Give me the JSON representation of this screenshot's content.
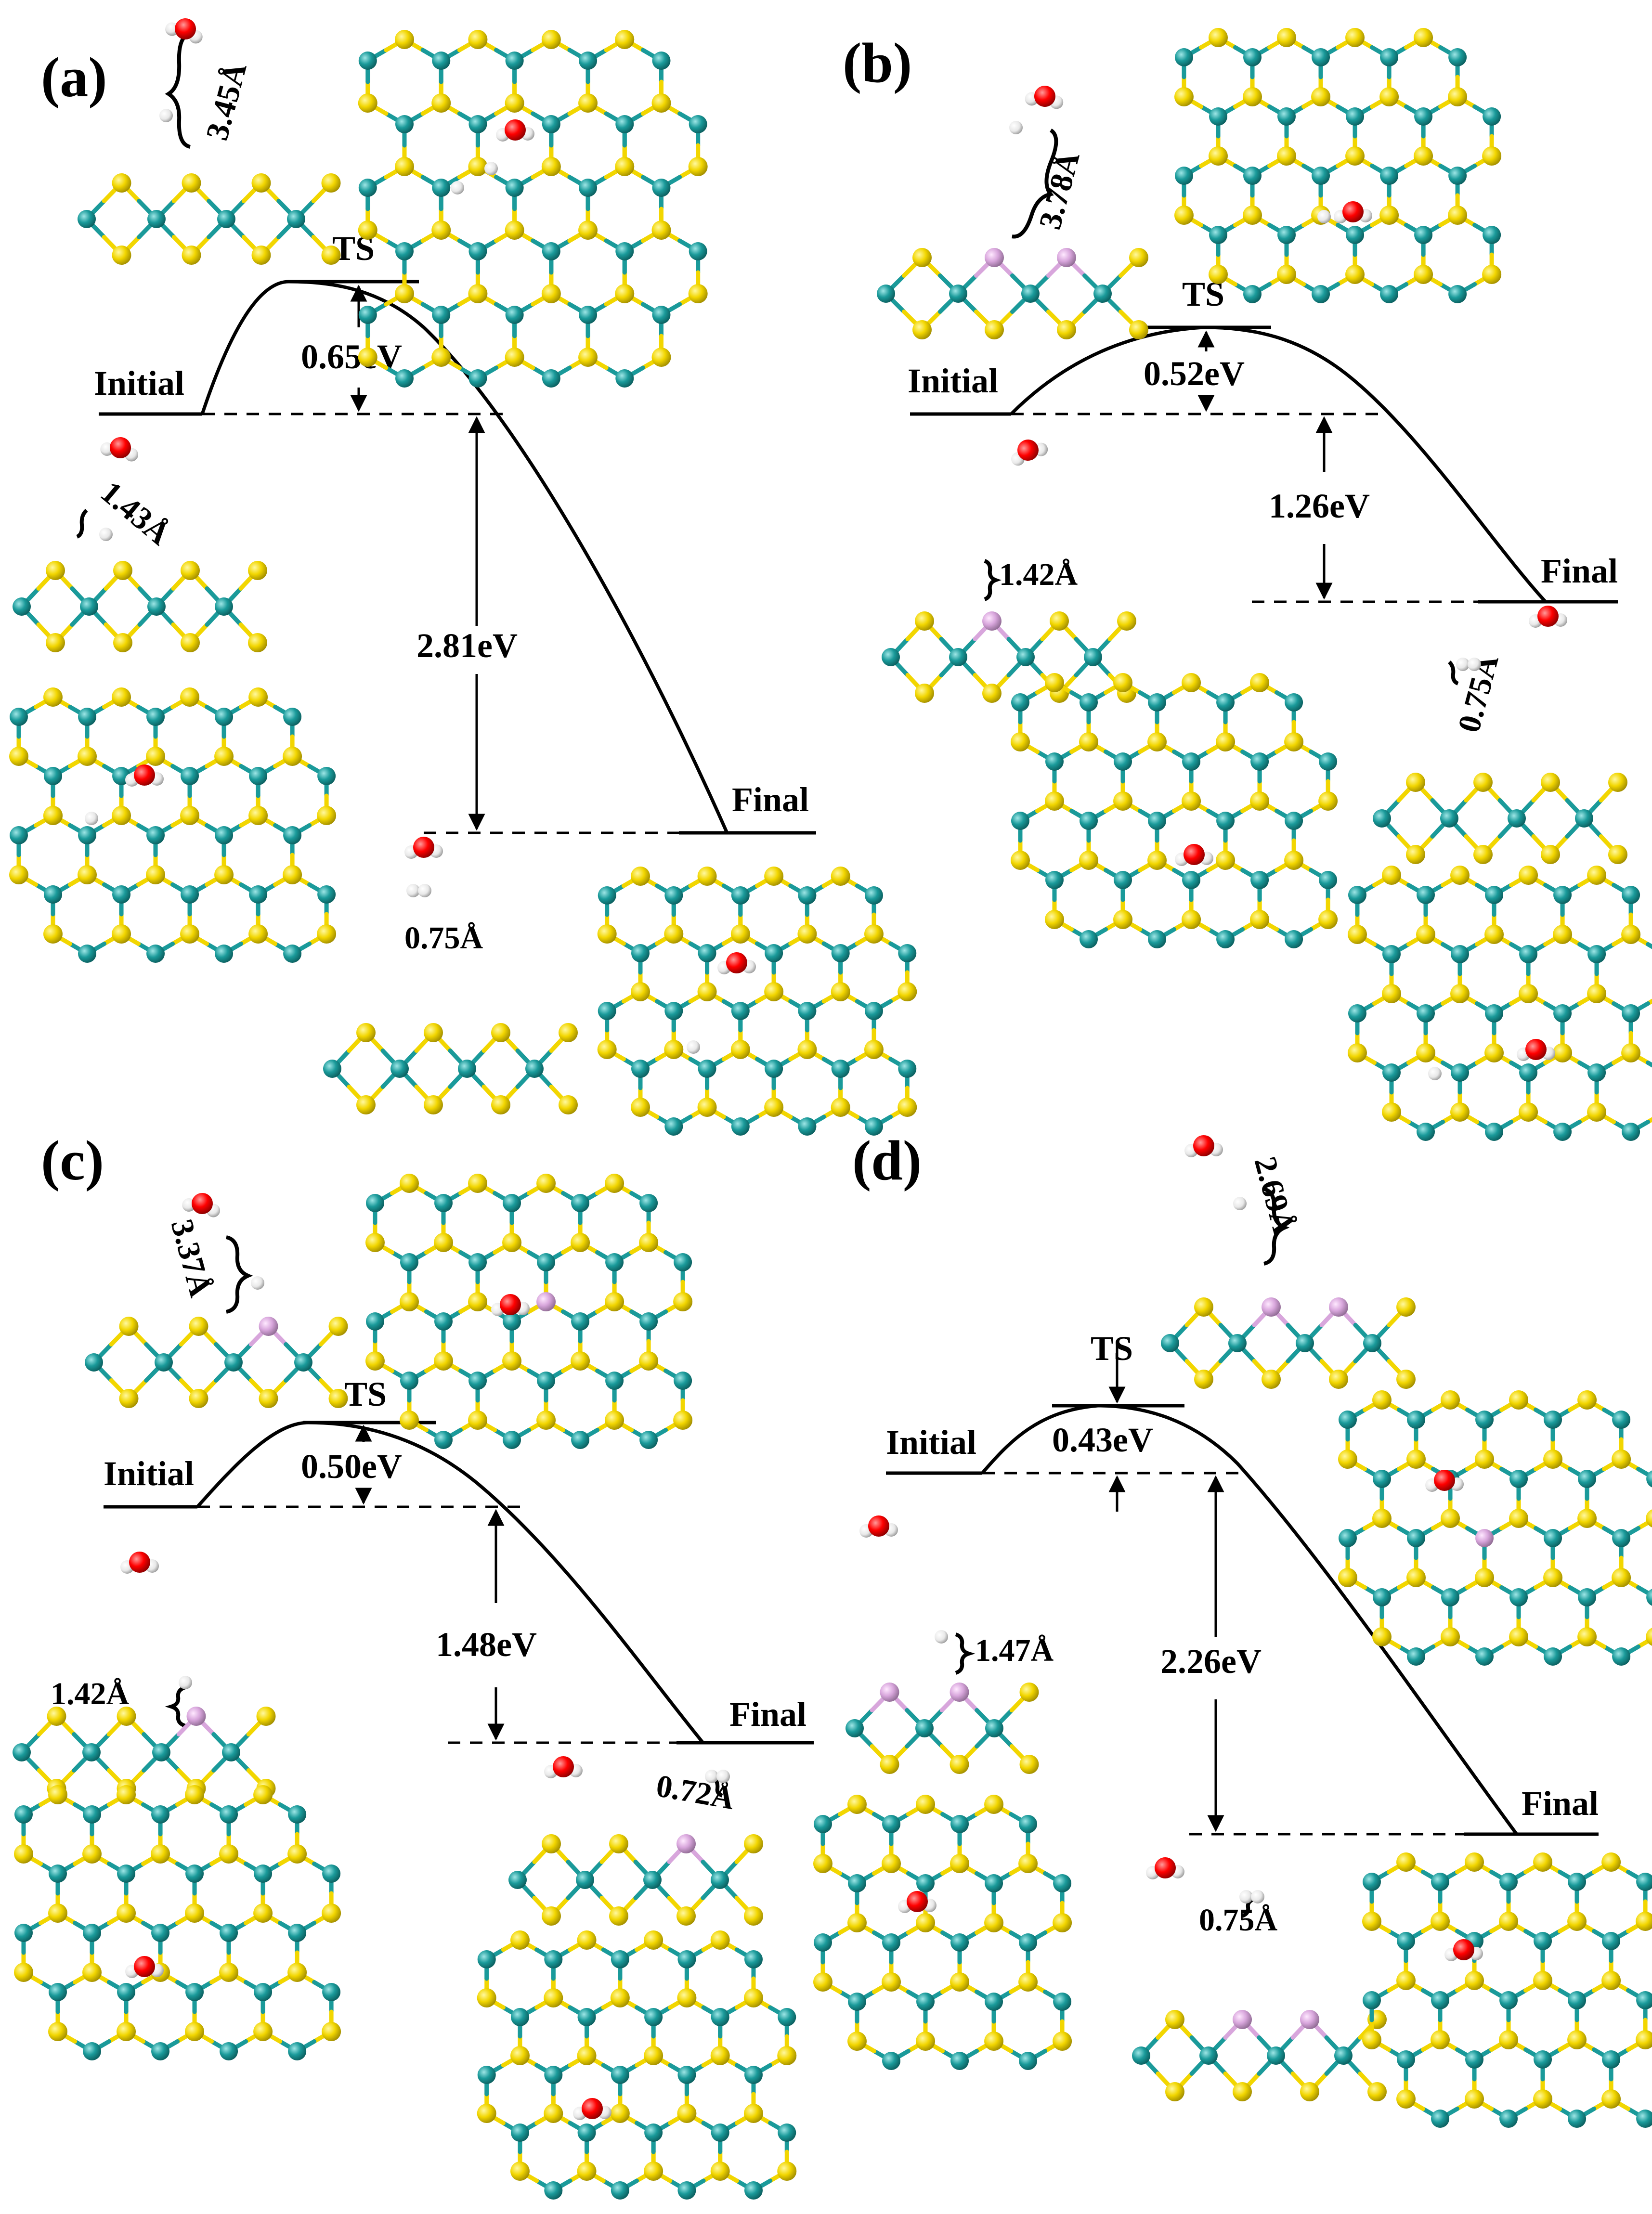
{
  "panels": [
    {
      "id": "a",
      "label": "(a)",
      "initial_label": "Initial",
      "ts_label": "TS",
      "final_label": "Final",
      "barrier_label": "0.65eV",
      "reaction_label": "2.81eV",
      "distances": [
        "3.45Å",
        "1.43Å",
        "0.75Å"
      ]
    },
    {
      "id": "b",
      "label": "(b)",
      "initial_label": "Initial",
      "ts_label": "TS",
      "final_label": "Final",
      "barrier_label": "0.52eV",
      "reaction_label": "1.26eV",
      "distances": [
        "3.78Å",
        "1.42Å",
        "0.75Å"
      ]
    },
    {
      "id": "c",
      "label": "(c)",
      "initial_label": "Initial",
      "ts_label": "TS",
      "final_label": "Final",
      "barrier_label": "0.50eV",
      "reaction_label": "1.48eV",
      "distances": [
        "3.37Å",
        "1.42Å",
        "0.72Å",
        "1.47Å"
      ]
    },
    {
      "id": "d",
      "label": "(d)",
      "initial_label": "Initial",
      "ts_label": "TS",
      "final_label": "Final",
      "barrier_label": "0.43eV",
      "reaction_label": "2.26eV",
      "distances": [
        "2.69Å",
        "0.75Å"
      ]
    }
  ],
  "colors": {
    "metal": "#1a9a9a",
    "sulfur": "#f2d600",
    "dopant": "#d8a6dc",
    "oxygen": "#ff0000",
    "hydrogen": "#ffffff"
  }
}
